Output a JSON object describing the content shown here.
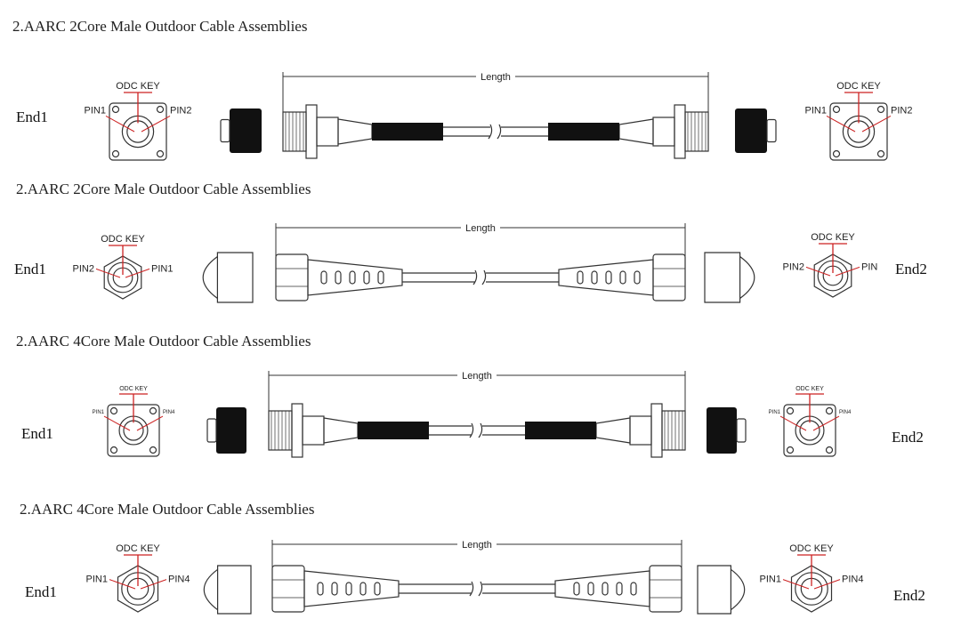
{
  "colors": {
    "line": "#333333",
    "key": "#cc2222",
    "jacket": "#111111",
    "paper": "#ffffff"
  },
  "sections": [
    {
      "title": "2.AARC 2Core Male Outdoor Cable Assemblies",
      "style": "flange",
      "length_label": "Length",
      "end_left": "End1",
      "end_right": "",
      "key_label": "ODC KEY",
      "left_pins": [
        "PIN1",
        "PIN2"
      ],
      "right_pins": [
        "PIN1",
        "PIN2"
      ]
    },
    {
      "title": "2.AARC 2Core Male Outdoor Cable Assemblies",
      "style": "hex",
      "length_label": "Length",
      "end_left": "End1",
      "end_right": "End2",
      "key_label": "ODC KEY",
      "left_pins": [
        "PIN2",
        "PIN1"
      ],
      "right_pins": [
        "PIN2",
        "PIN"
      ]
    },
    {
      "title": "2.AARC 4Core Male Outdoor Cable Assemblies",
      "style": "flange",
      "length_label": "Length",
      "end_left": "End1",
      "end_right": "End2",
      "key_label": "ODC KEY",
      "left_pins": [
        "PIN1",
        "PIN4"
      ],
      "right_pins": [
        "PIN1",
        "PIN4"
      ]
    },
    {
      "title": "2.AARC 4Core Male Outdoor Cable Assemblies",
      "style": "hex",
      "length_label": "Length",
      "end_left": "End1",
      "end_right": "End2",
      "key_label": "ODC KEY",
      "left_pins": [
        "PIN1",
        "PIN4"
      ],
      "right_pins": [
        "PIN1",
        "PIN4"
      ]
    }
  ]
}
